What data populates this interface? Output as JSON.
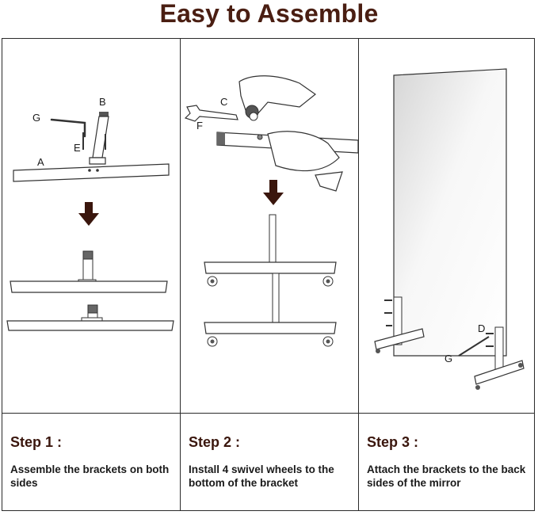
{
  "title": "Easy to Assemble",
  "colors": {
    "title": "#4a1e12",
    "arrow": "#3a160d",
    "border": "#2a2a2a"
  },
  "panels": [
    {
      "labels": {
        "a": "A",
        "b": "B",
        "e": "E",
        "g": "G"
      },
      "step_title": "Step 1 :",
      "description": "Assemble the brackets on both sides"
    },
    {
      "labels": {
        "c": "C",
        "f": "F"
      },
      "step_title": "Step 2 :",
      "description": "Install 4 swivel wheels to the bottom of the bracket"
    },
    {
      "labels": {
        "d": "D",
        "g": "G"
      },
      "step_title": "Step 3 :",
      "description": "Attach the brackets to the back sides of the mirror"
    }
  ]
}
